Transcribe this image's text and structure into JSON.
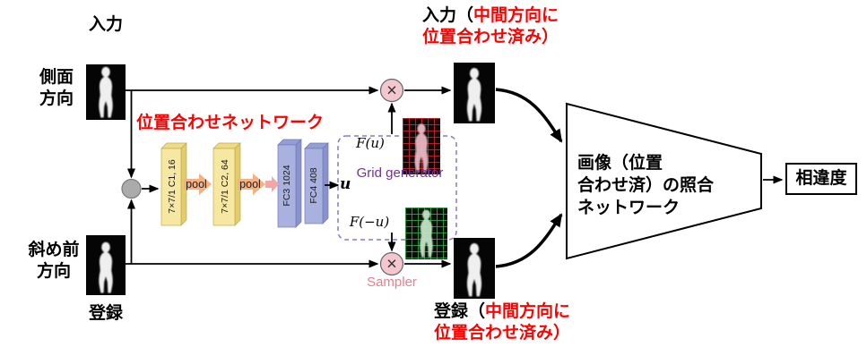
{
  "figure": {
    "input_top": "入力",
    "side_view": "側面\n方向",
    "oblique_view": "斜め前\n方向",
    "enroll_bottom": "登録",
    "alignment_network_title": "位置合わせネットワーク",
    "aligned_input": {
      "prefix": "入力（",
      "red_line1": "中間方向に",
      "red_line2": "位置合わせ済み）"
    },
    "aligned_enroll": {
      "prefix": "登録（",
      "red_line1": "中間方向に",
      "red_line2": "位置合わせ済み）"
    },
    "blocks": {
      "conv1": "7×7/1 C1, 16",
      "pool": "pool",
      "conv2": "7×7/1 C2, 64",
      "fc3": "FC3 1024",
      "fc4": "FC4 408"
    },
    "vector_u": "u",
    "grid_generator": "Grid generator",
    "f_u": "F(u)",
    "f_neg_u": "F(−u)",
    "sampler": "Sampler",
    "matcher": "画像（位置\n合わせ済）の照合\nネットワーク",
    "dissimilarity": "相違度"
  },
  "symbols": {
    "multiply": "×"
  },
  "colors": {
    "highlight_red": "#FF0000",
    "grid_generator_purple": "#7030A0",
    "sampler_pink": "#F07C8C",
    "conv_yellow": "#F6E8A2",
    "pool_orange": "#F4B183",
    "fc_purple": "#A9B1DF",
    "multiply_node_pink": "#F4C7CF",
    "merge_node_gray": "#ABABAB"
  }
}
